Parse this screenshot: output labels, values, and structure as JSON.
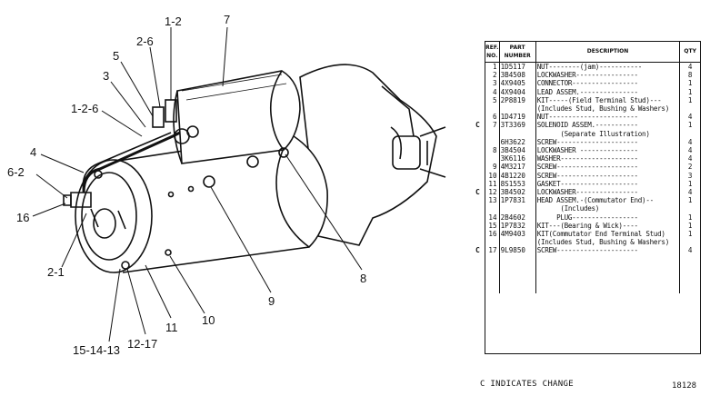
{
  "callouts": [
    {
      "id": "c7",
      "text": "7"
    },
    {
      "id": "c1-2-top",
      "text": "1-2"
    },
    {
      "id": "c2-6",
      "text": "2-6"
    },
    {
      "id": "c5",
      "text": "5"
    },
    {
      "id": "c3",
      "text": "3"
    },
    {
      "id": "c1-2-6",
      "text": "1-2-6"
    },
    {
      "id": "c4",
      "text": "4"
    },
    {
      "id": "c6-2",
      "text": "6-2"
    },
    {
      "id": "c16",
      "text": "16"
    },
    {
      "id": "c2-1",
      "text": "2-1"
    },
    {
      "id": "c15-14-13",
      "text": "15-14-13"
    },
    {
      "id": "c12-17",
      "text": "12-17"
    },
    {
      "id": "c11",
      "text": "11"
    },
    {
      "id": "c10",
      "text": "10"
    },
    {
      "id": "c9",
      "text": "9"
    },
    {
      "id": "c8",
      "text": "8"
    }
  ],
  "table": {
    "headers": {
      "ref": "REF. NO.",
      "part": "PART NUMBER",
      "desc": "DESCRIPTION",
      "qty": "QTY"
    },
    "rows": [
      {
        "ref": "1",
        "part": "1D5117",
        "desc": "NUT--------(jam)-----------",
        "qty": "4",
        "change": ""
      },
      {
        "ref": "2",
        "part": "3B4508",
        "desc": "LOCKWASHER----------------",
        "qty": "8",
        "change": ""
      },
      {
        "ref": "3",
        "part": "4X9405",
        "desc": "CONNECTOR-----------------",
        "qty": "1",
        "change": ""
      },
      {
        "ref": "4",
        "part": "4X9404",
        "desc": "LEAD ASSEM.---------------",
        "qty": "1",
        "change": ""
      },
      {
        "ref": "5",
        "part": "2P8819",
        "desc": "KIT-----(Field Terminal Stud)---",
        "qty": "1",
        "change": ""
      },
      {
        "ref": "",
        "part": "",
        "desc": "(Includes Stud, Bushing & Washers)",
        "qty": "",
        "change": ""
      },
      {
        "ref": "6",
        "part": "1D4719",
        "desc": "NUT-----------------------",
        "qty": "4",
        "change": ""
      },
      {
        "ref": "7",
        "part": "3T3369",
        "desc": "SOLENOID ASSEM.-----------",
        "qty": "1",
        "change": "C"
      },
      {
        "ref": "",
        "part": "",
        "desc": "      (Separate Illustration)",
        "qty": "",
        "change": ""
      },
      {
        "ref": "",
        "part": "6H3622",
        "desc": "SCREW---------------------",
        "qty": "4",
        "change": ""
      },
      {
        "ref": "8",
        "part": "3B4504",
        "desc": "LOCKWASHER ---------------",
        "qty": "4",
        "change": ""
      },
      {
        "ref": "",
        "part": "3K6116",
        "desc": "WASHER--------------------",
        "qty": "4",
        "change": ""
      },
      {
        "ref": "9",
        "part": "4M3217",
        "desc": "SCREW---------------------",
        "qty": "2",
        "change": ""
      },
      {
        "ref": "10",
        "part": "4B1220",
        "desc": "SCREW---------------------",
        "qty": "3",
        "change": ""
      },
      {
        "ref": "11",
        "part": "8S1553",
        "desc": "GASKET--------------------",
        "qty": "1",
        "change": ""
      },
      {
        "ref": "12",
        "part": "3B4502",
        "desc": "LOCKWASHER----------------",
        "qty": "4",
        "change": "C"
      },
      {
        "ref": "13",
        "part": "1P7831",
        "desc": "HEAD ASSEM.-(Commutator End)--",
        "qty": "1",
        "change": ""
      },
      {
        "ref": "",
        "part": "",
        "desc": "      (Includes)",
        "qty": "",
        "change": ""
      },
      {
        "ref": "14",
        "part": "2B4602",
        "desc": "     PLUG-----------------",
        "qty": "1",
        "change": ""
      },
      {
        "ref": "15",
        "part": "1P7832",
        "desc": "KIT---(Bearing & Wick)----",
        "qty": "1",
        "change": ""
      },
      {
        "ref": "16",
        "part": "4M9403",
        "desc": "KIT(Commutator End Terminal Stud)",
        "qty": "1",
        "change": ""
      },
      {
        "ref": "",
        "part": "",
        "desc": "(Includes Stud, Bushing & Washers)",
        "qty": "",
        "change": ""
      },
      {
        "ref": "17",
        "part": "9L9850",
        "desc": "SCREW---------------------",
        "qty": "4",
        "change": "C"
      }
    ]
  },
  "footer": {
    "note": "C INDICATES CHANGE",
    "illustration_number": "18128"
  }
}
